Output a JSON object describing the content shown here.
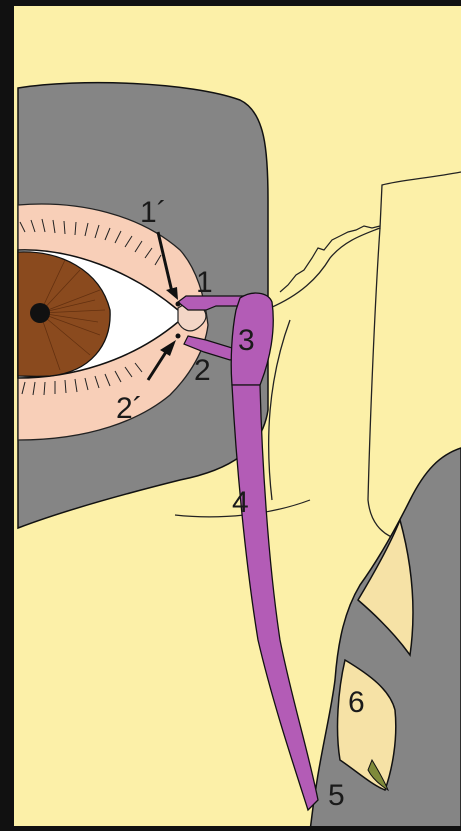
{
  "labels": {
    "upper_punctum": "1´",
    "upper_canaliculus": "1",
    "lower_canaliculus": "2",
    "lower_punctum": "2´",
    "lacrimal_sac": "3",
    "nasolacrimal_duct": "4",
    "duct_opening": "5",
    "inferior_turbinate": "6"
  },
  "colors": {
    "background": "#fcf0a8",
    "orbit_shading": "#858585",
    "skin": "#f8cfb8",
    "iris": "#8a4a1e",
    "duct": "#b35cb6",
    "turbinate": "#f6e2a6",
    "mucosa_accent": "#7f8a3a",
    "outline": "#111111"
  }
}
